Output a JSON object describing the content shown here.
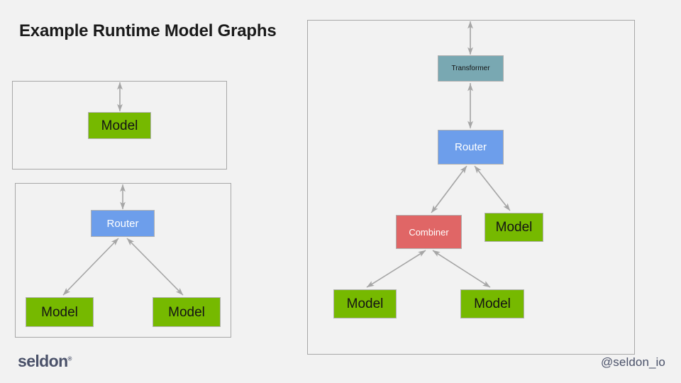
{
  "slide": {
    "title": "Example Runtime Model Graphs",
    "background_color": "#f2f2f2"
  },
  "colors": {
    "model": "#76b900",
    "router": "#6d9eeb",
    "combiner": "#e06666",
    "transformer": "#79a8b2",
    "panel_border": "#a8a8a8",
    "arrow": "#a6a6a6",
    "brand": "#4a5169"
  },
  "panels": [
    {
      "id": "single-model",
      "nodes": [
        {
          "id": "model-single",
          "label": "Model",
          "type": "model"
        }
      ]
    },
    {
      "id": "router-models",
      "nodes": [
        {
          "id": "router-2",
          "label": "Router",
          "type": "router"
        },
        {
          "id": "model-2a",
          "label": "Model",
          "type": "model"
        },
        {
          "id": "model-2b",
          "label": "Model",
          "type": "model"
        }
      ]
    },
    {
      "id": "full-graph",
      "nodes": [
        {
          "id": "transformer",
          "label": "Transformer",
          "type": "transformer"
        },
        {
          "id": "router-3",
          "label": "Router",
          "type": "router"
        },
        {
          "id": "combiner",
          "label": "Combiner",
          "type": "combiner"
        },
        {
          "id": "model-3top",
          "label": "Model",
          "type": "model"
        },
        {
          "id": "model-3a",
          "label": "Model",
          "type": "model"
        },
        {
          "id": "model-3b",
          "label": "Model",
          "type": "model"
        }
      ]
    }
  ],
  "footer": {
    "logo_text": "seldon",
    "logo_tm": "®",
    "handle": "@seldon_io"
  }
}
